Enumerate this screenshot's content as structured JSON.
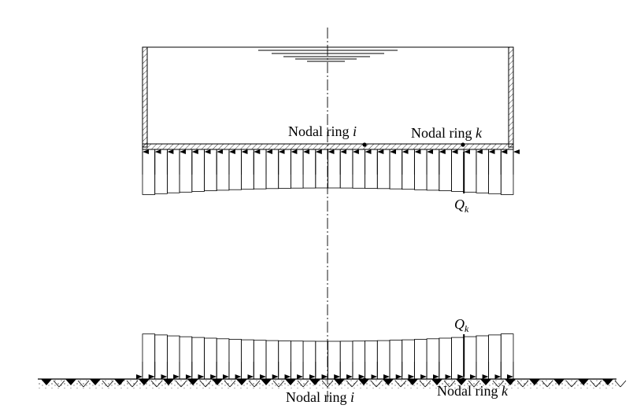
{
  "labels": {
    "nodal_ring_i_top": {
      "text": "Nodal ring ",
      "var": "i"
    },
    "nodal_ring_k_top": {
      "text": "Nodal ring ",
      "var": "k"
    },
    "q_k_top": {
      "sym": "Q",
      "sub": "k"
    },
    "q_k_bottom": {
      "sym": "Q",
      "sub": "k"
    },
    "nodal_ring_i_bottom": {
      "text": "Nodal ring ",
      "var": "i"
    },
    "nodal_ring_k_bottom": {
      "text": "Nodal ring ",
      "var": "k"
    }
  },
  "colors": {
    "ink": "#000000",
    "background": "#ffffff"
  }
}
